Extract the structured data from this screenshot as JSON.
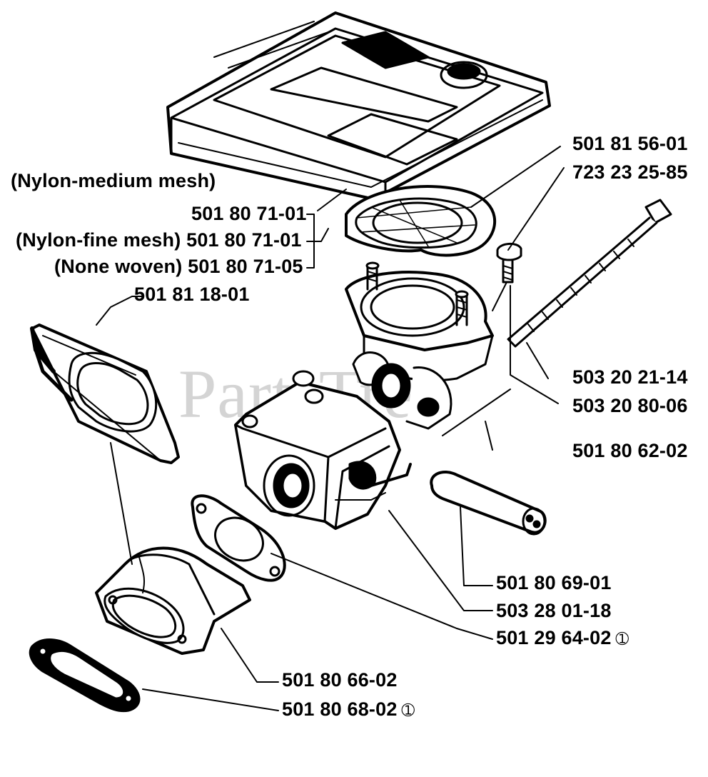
{
  "watermark": "PartsTree",
  "labels": {
    "p501_81_56_01": "501 81 56-01",
    "p723_23_25_85": "723 23 25-85",
    "nylon_medium_mesh": "(Nylon-medium mesh)",
    "p501_80_71_01_a": "501 80 71-01",
    "nylon_fine_mesh": "(Nylon-fine mesh) 501 80 71-01",
    "none_woven": "(None woven) 501 80 71-05",
    "p501_81_18_01": "501 81 18-01",
    "p503_20_21_14": "503 20 21-14",
    "p503_20_80_06": "503 20 80-06",
    "p501_80_62_02": "501 80 62-02",
    "p501_80_69_01": "501 80 69-01",
    "p503_28_01_18": "503 28 01-18",
    "p501_29_64_02": "501 29 64-02",
    "p501_80_66_02": "501 80 66-02",
    "p501_80_68_02": "501 80 68-02"
  },
  "note_symbol": "➀"
}
